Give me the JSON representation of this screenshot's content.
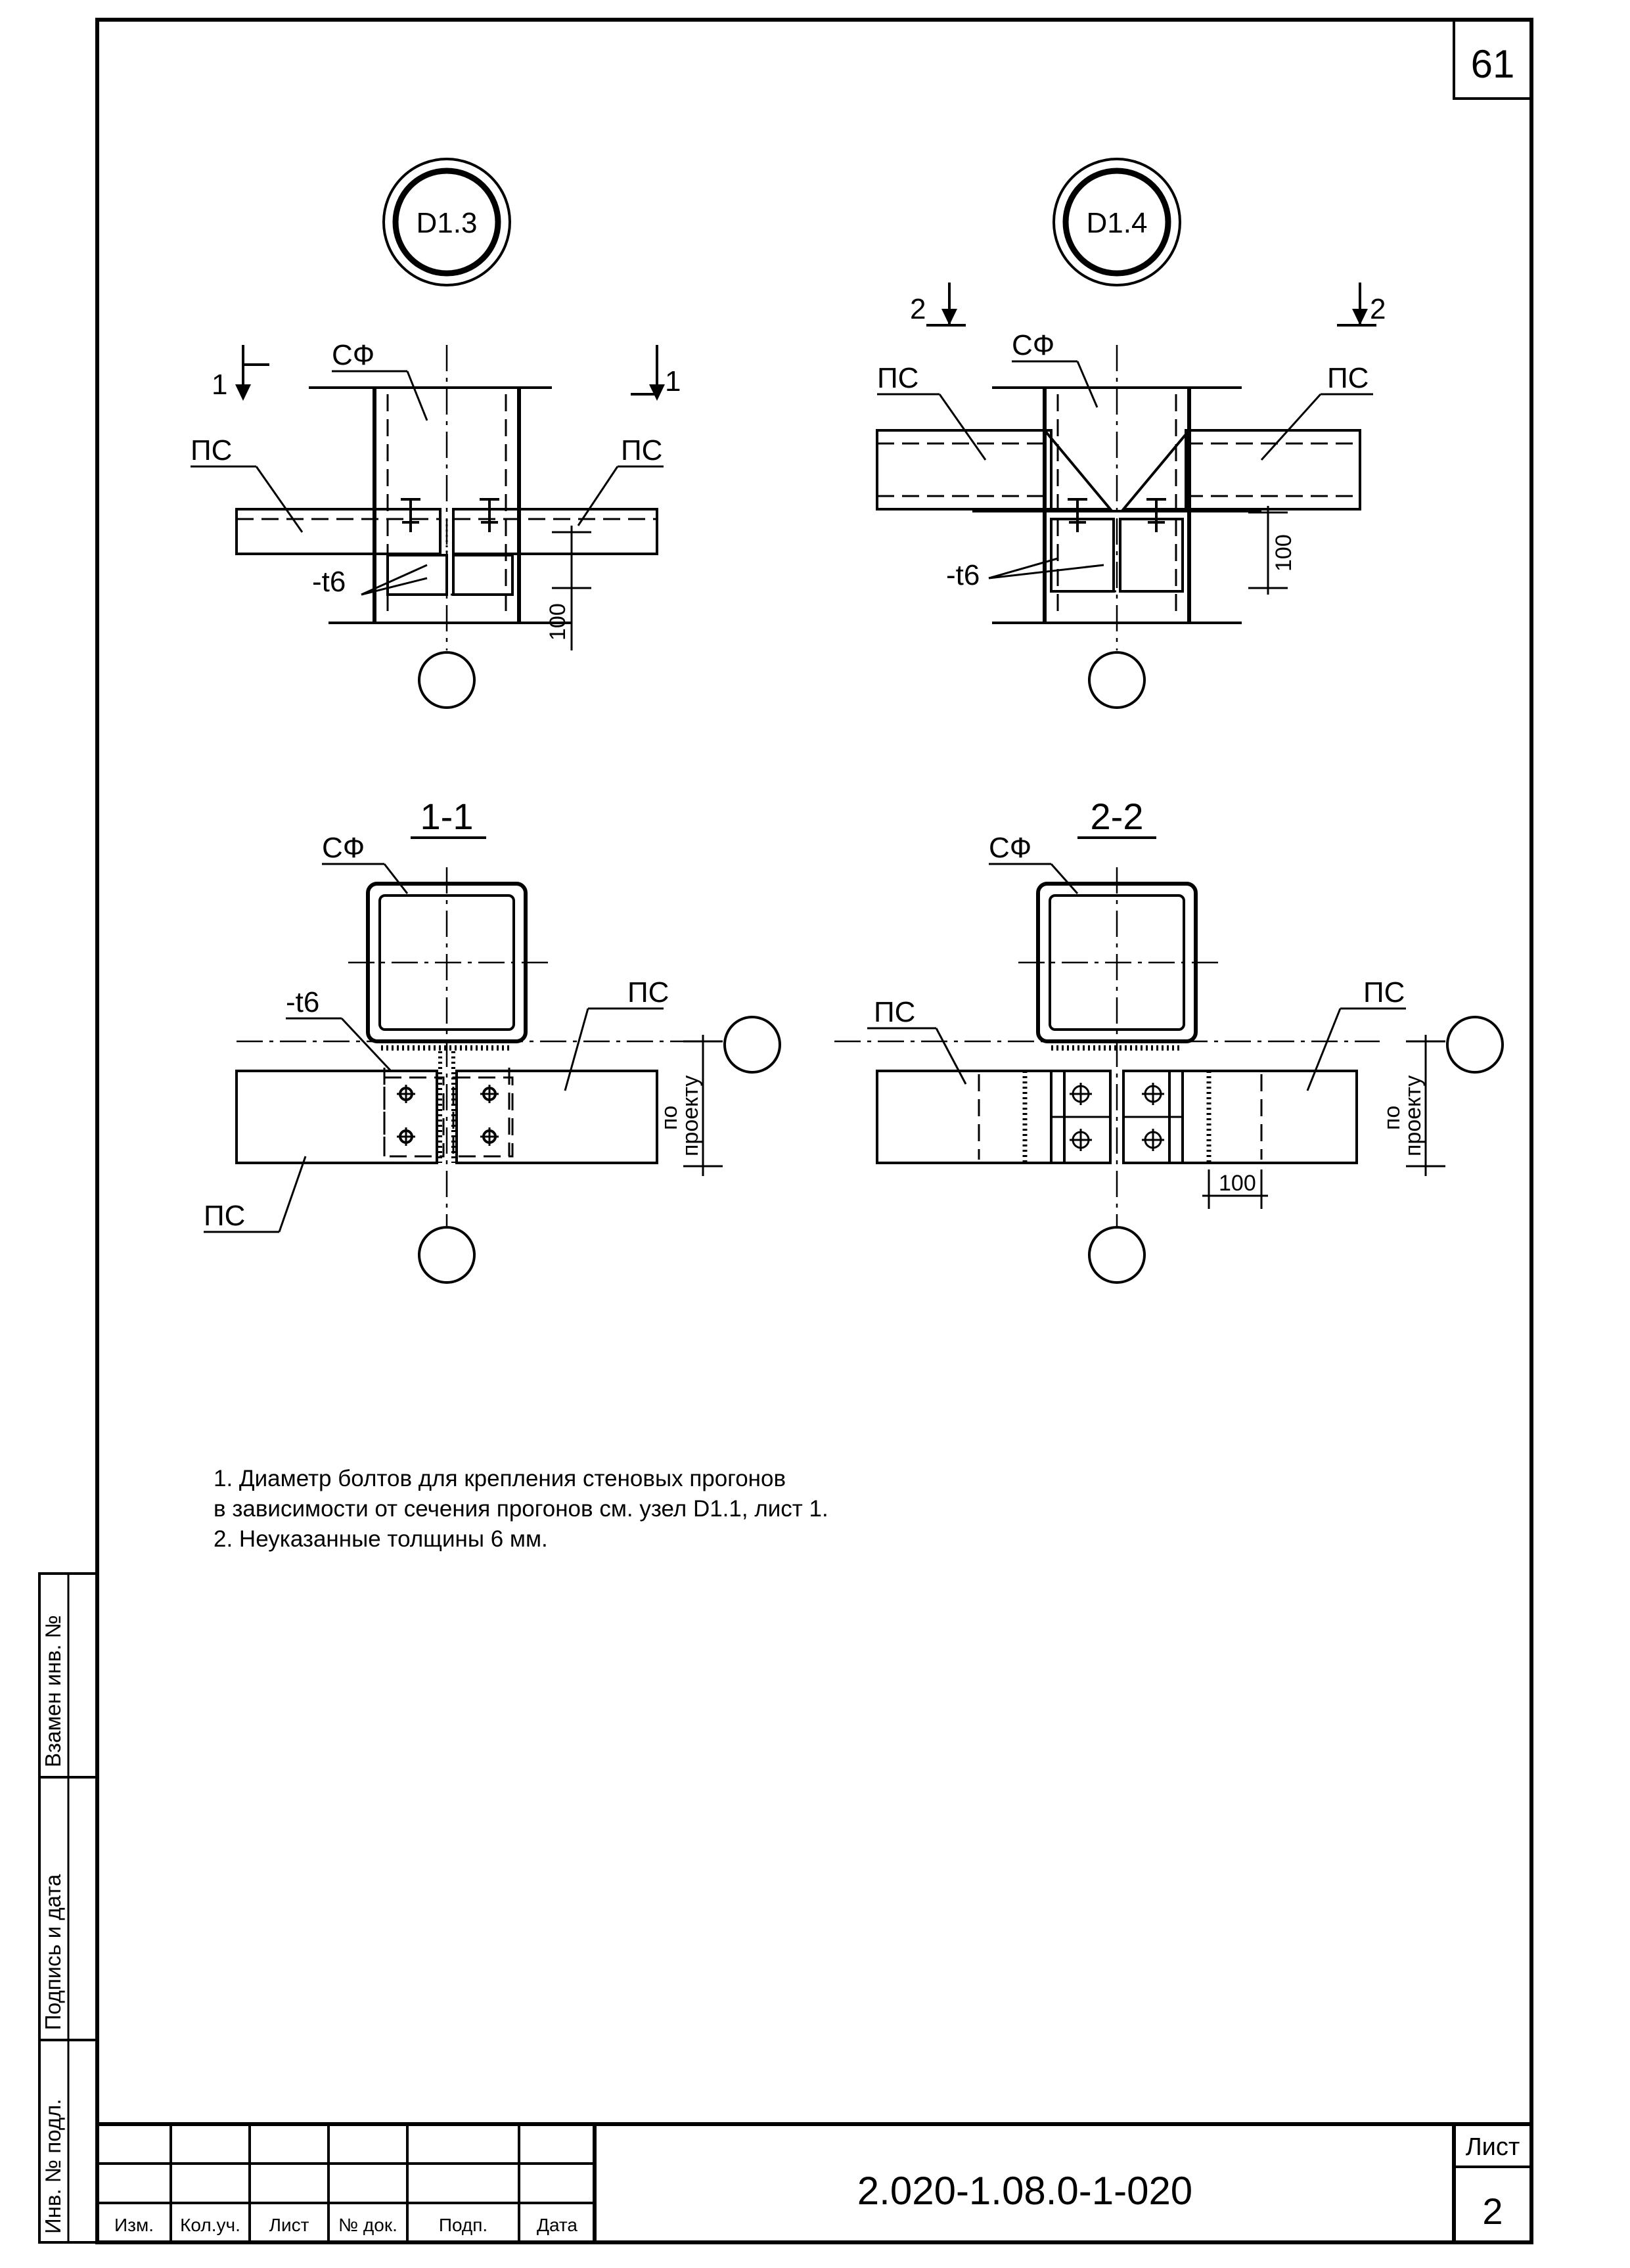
{
  "sheet": {
    "page_number": "61",
    "document_code": "2.020-1.08.0-1-020",
    "sheet_label": "Лист",
    "sheet_number": "2"
  },
  "nodes": {
    "left_tag": "D1.3",
    "right_tag": "D1.4"
  },
  "cuts": {
    "left_mark": "1",
    "right_mark": "2"
  },
  "sections": {
    "left_title": "1-1",
    "right_title": "2-2"
  },
  "labels": {
    "column": "СФ",
    "girt": "ПС",
    "plate": "-t6",
    "dim_100": "100",
    "by_project_line1": "по",
    "by_project_line2": "проекту"
  },
  "notes": {
    "line1": "1. Диаметр болтов для крепления стеновых прогонов",
    "line2": "в зависимости от сечения прогонов  см. узел D1.1, лист 1.",
    "line3": "2. Неуказанные толщины 6 мм."
  },
  "title_block": {
    "col_izm": "Изм.",
    "col_kol": "Кол.уч.",
    "col_list": "Лист",
    "col_ndok": "№ док.",
    "col_podp": "Подп.",
    "col_data": "Дата"
  },
  "side_stamp": {
    "inv_podl": "Инв. № подл.",
    "podpis_data": "Подпись и дата",
    "vzamen": "Взамен инв. №"
  }
}
